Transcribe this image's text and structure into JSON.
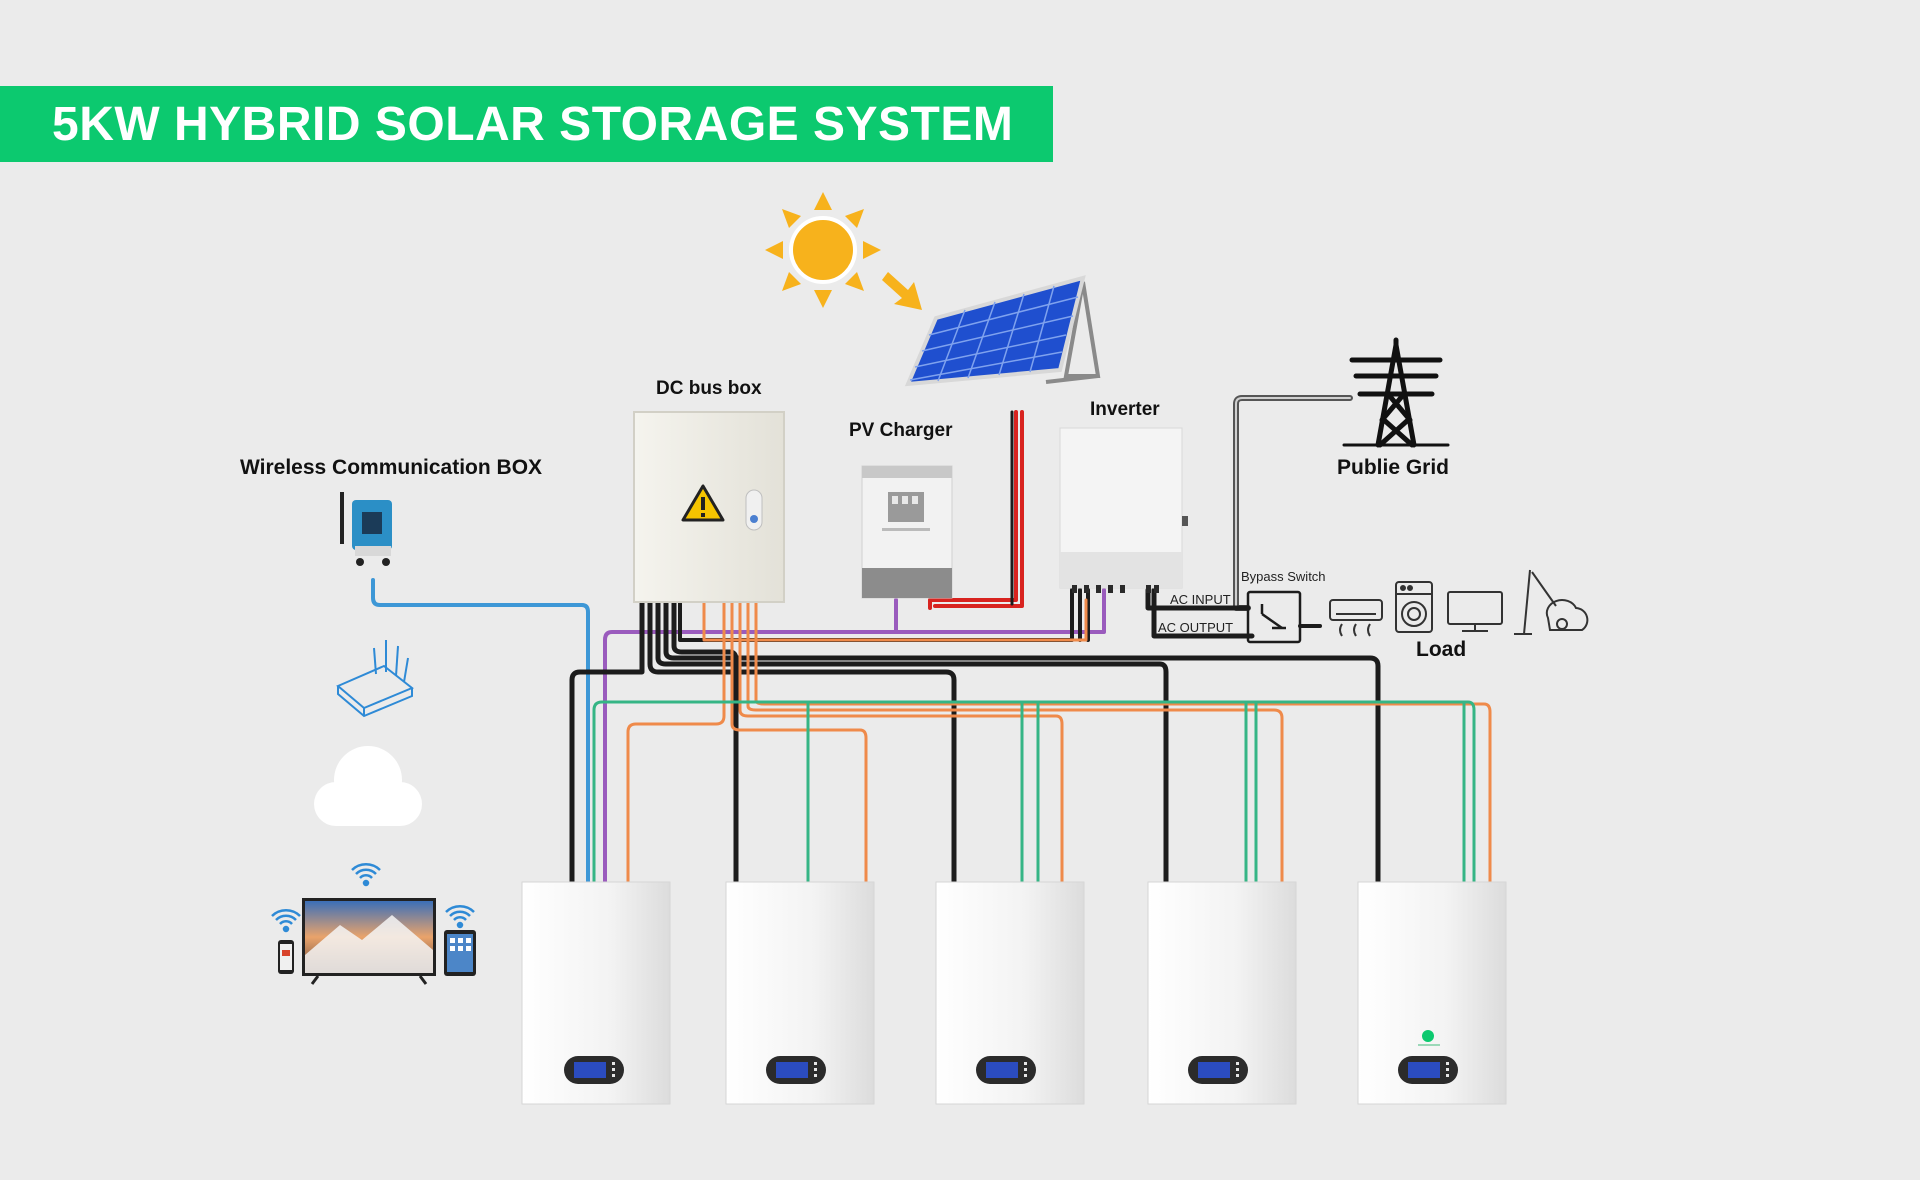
{
  "title": "5KW HYBRID SOLAR STORAGE SYSTEM",
  "labels": {
    "dc_bus_box": "DC bus box",
    "pv_charger": "PV Charger",
    "inverter": "Inverter",
    "public_grid": "Publie Grid",
    "wireless_box": "Wireless Communication BOX",
    "bypass_switch": "Bypass Switch",
    "ac_input": "AC INPUT",
    "ac_output": "AC OUTPUT",
    "load": "Load"
  },
  "battery_count": 5,
  "colors": {
    "accent": "#0cc96f",
    "wire_black": "#1c1c1c",
    "wire_orange": "#ef8a4a",
    "wire_green": "#35b585",
    "wire_purple": "#9a5bbd",
    "wire_blue": "#3d97d6",
    "wire_red": "#d8231f",
    "sun": "#f7b21c",
    "panel": "#1f4fcf"
  },
  "icons": [
    "sun-icon",
    "solar-panel-icon",
    "transmission-tower-icon",
    "router-icon",
    "cloud-icon",
    "tv-icon",
    "phone-icon",
    "tablet-icon",
    "wifi-icon",
    "air-conditioner-icon",
    "washing-machine-icon",
    "monitor-icon",
    "vacuum-icon",
    "warning-icon"
  ]
}
